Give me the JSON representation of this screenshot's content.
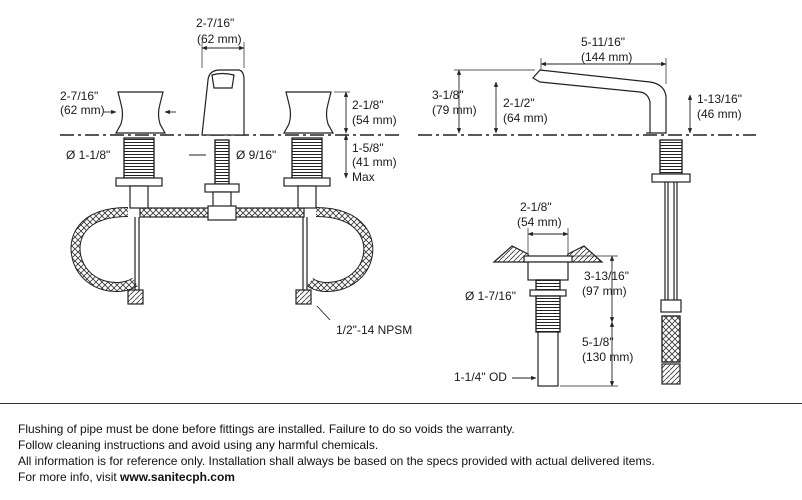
{
  "dimensions": {
    "spout_width": "2-7/16\"",
    "spout_width_mm": "(62 mm)",
    "handle_width": "2-7/16\"",
    "handle_width_mm": "(62 mm)",
    "handle_height": "2-1/8\"",
    "handle_height_mm": "(54 mm)",
    "deck_thickness": "1-5/8\"",
    "deck_thickness_mm": "(41 mm)",
    "deck_thickness_max": "Max",
    "handle_shank_diameter": "Ø 1-1/8\"",
    "spout_shank_diameter": "Ø 9/16\"",
    "supply_thread": "1/2\"-14 NPSM",
    "side_spout_reach": "5-11/16\"",
    "side_spout_reach_mm": "(144 mm)",
    "side_spout_height": "3-1/8\"",
    "side_spout_height_mm": "(79 mm)",
    "side_spout_outlet": "2-1/2\"",
    "side_spout_outlet_mm": "(64 mm)",
    "side_body_height": "1-13/16\"",
    "side_body_height_mm": "(46 mm)",
    "drain_flange": "2-1/8\"",
    "drain_flange_mm": "(54 mm)",
    "drain_height": "3-13/16\"",
    "drain_height_mm": "(97 mm)",
    "drain_diameter": "Ø 1-7/16\"",
    "tailpiece_length": "5-1/8\"",
    "tailpiece_length_mm": "(130 mm)",
    "tailpiece_od": "1-1/4\" OD"
  },
  "notes": {
    "line1": "Flushing of pipe must be done before fittings are installed. Failure to do so voids the warranty.",
    "line2": "Follow cleaning instructions and avoid using any harmful chemicals.",
    "line3": "All information is for reference only. Installation shall always be based on the specs provided with actual delivered items.",
    "line4_prefix": "For more info, visit ",
    "line4_link": "www.sanitecph.com"
  }
}
